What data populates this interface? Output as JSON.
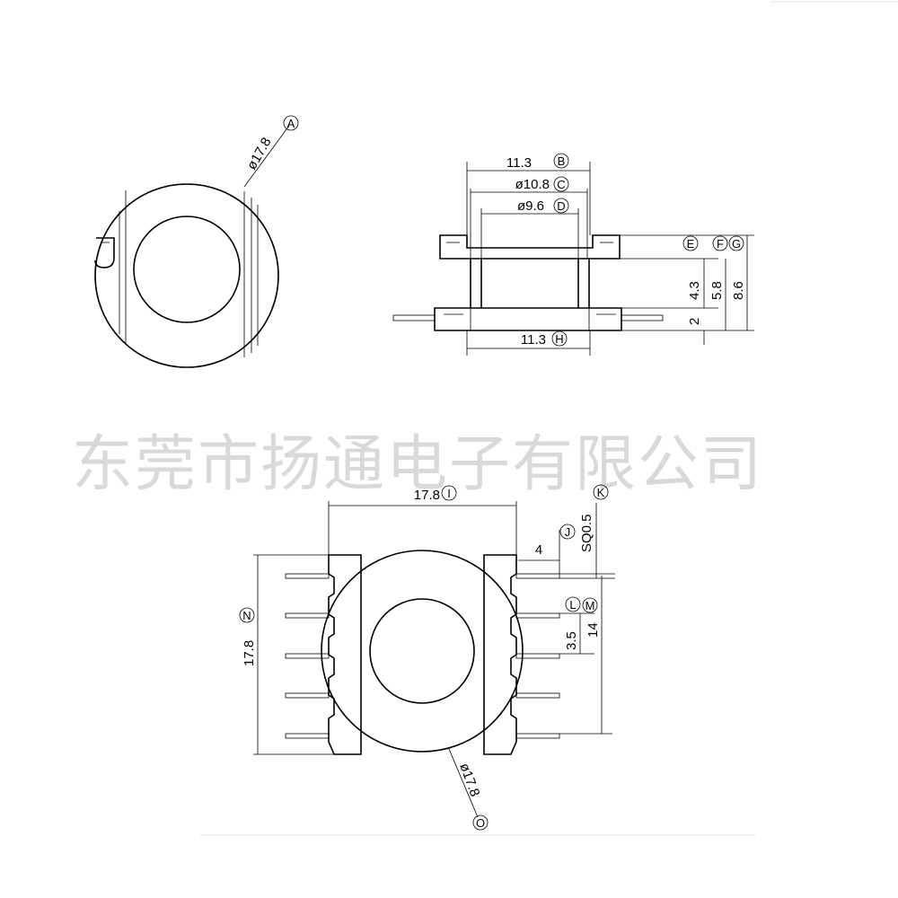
{
  "watermark": "东莞市扬通电子有限公司",
  "top_left_view": {
    "dia_label": "ø17.8",
    "callout": "A"
  },
  "side_view": {
    "width_top": "11.3",
    "callout_width_top": "B",
    "dia_flange": "ø10.8",
    "callout_flange": "C",
    "dia_inner": "ø9.6",
    "callout_inner": "D",
    "callout_e": "E",
    "callout_f": "F",
    "callout_g": "G",
    "height_43": "4.3",
    "height_58": "5.8",
    "height_86": "8.6",
    "height_2": "2",
    "width_bottom": "11.3",
    "callout_width_bottom": "H"
  },
  "bottom_view": {
    "width_label": "17.8",
    "callout_width": "I",
    "pin_size_label": "SQ0.5",
    "callout_j": "J",
    "callout_k": "K",
    "pin_len_label": "4",
    "pitch_label": "3.5",
    "callout_l": "L",
    "span_label": "14",
    "callout_m": "M",
    "height_label": "17.8",
    "callout_n": "N",
    "dia_label": "ø17.8",
    "callout_o": "O"
  }
}
